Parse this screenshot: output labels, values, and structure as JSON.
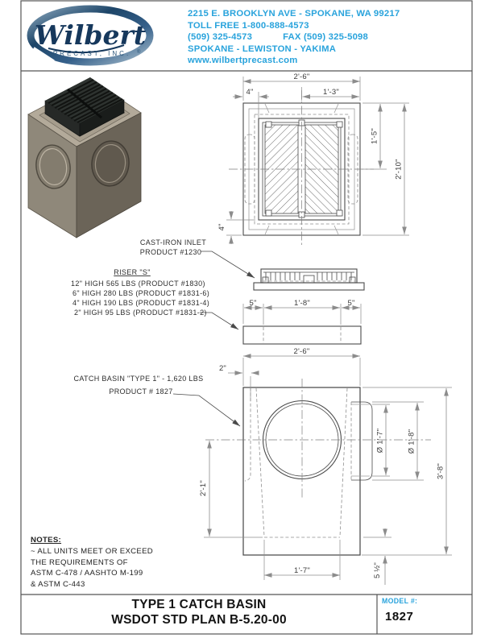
{
  "header": {
    "logo": {
      "name": "Wilbert",
      "subtitle": "PRECAST, INC.",
      "registered": "®"
    },
    "address": "2215 E. BROOKLYN AVE - SPOKANE, WA 99217",
    "toll_free": "TOLL FREE  1-800-888-4573",
    "phone": "(509) 325-4573",
    "fax": "FAX (509) 325-5098",
    "cities": "SPOKANE - LEWISTON - YAKIMA",
    "website": "www.wilbertprecast.com"
  },
  "labels": {
    "cast_iron_inlet": {
      "line1": "CAST-IRON INLET",
      "line2": "PRODUCT #1230"
    },
    "riser": {
      "title": "RISER \"S\"",
      "lines": [
        "12\" HIGH 565 LBS (PRODUCT #1830)",
        "6\" HIGH 280 LBS (PRODUCT #1831-6)",
        "4\" HIGH 190 LBS (PRODUCT #1831-4)",
        "2\" HIGH 95 LBS (PRODUCT #1831-2)"
      ]
    },
    "catch_basin": {
      "line1": "CATCH BASIN \"TYPE 1\" - 1,620 LBS",
      "line2": "PRODUCT # 1827"
    }
  },
  "dims": {
    "top_view": {
      "width": "2'-6\"",
      "edge": "4\"",
      "half": "1'-3\"",
      "grate_half": "1'-5\"",
      "height": "2'-10\"",
      "bottom_edge": "4\""
    },
    "riser": {
      "left": "5\"",
      "middle": "1'-8\"",
      "right": "5\""
    },
    "elevation": {
      "width": "2'-6\"",
      "wall": "2\"",
      "depth": "2'-1\"",
      "bottom": "1'-7\"",
      "pipe_inner": "Ø 1'-7\"",
      "pipe_outer": "Ø 1'-8\"",
      "height": "3'-8\"",
      "base": "5 ½\""
    }
  },
  "notes": {
    "title": "NOTES:",
    "lines": [
      "~ ALL UNITS MEET OR EXCEED",
      "THE REQUIREMENTS OF",
      "ASTM C-478 / AASHTO M-199",
      "& ASTM C-443"
    ]
  },
  "footer": {
    "title_line1": "TYPE 1 CATCH BASIN",
    "title_line2": "WSDOT STD PLAN B-5.20-00",
    "model_label": "MODEL #:",
    "model_number": "1827"
  },
  "colors": {
    "accent": "#29a3dc",
    "object_line": "#4a4a4a",
    "dim_line": "#8c8c8c"
  }
}
